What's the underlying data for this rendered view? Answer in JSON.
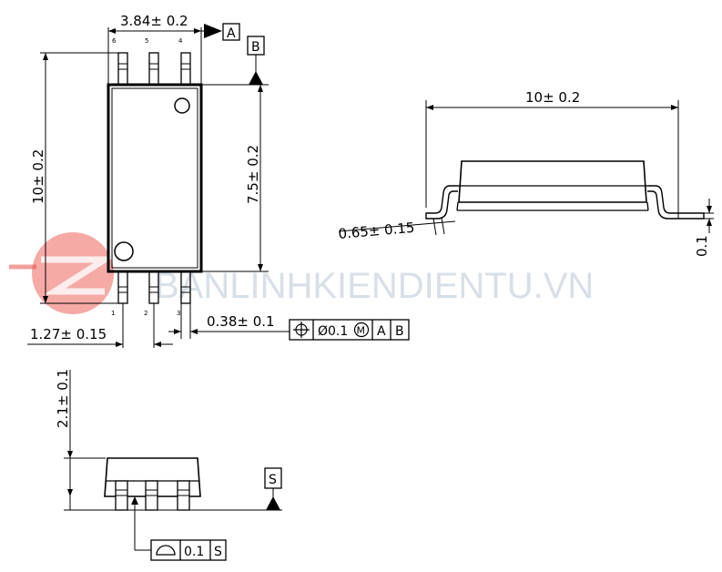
{
  "top_view": {
    "width_dim": "3.84± 0.2",
    "length_dim": "10± 0.2",
    "body_dim": "7.5± 0.2",
    "pitch_dim": "1.27± 0.15",
    "lead_width_dim": "0.38± 0.1",
    "datum_a": "A",
    "datum_b": "B",
    "pins_top": [
      "6",
      "5",
      "4"
    ],
    "pins_bottom": [
      "1",
      "2",
      "3"
    ],
    "position_tolerance": {
      "symbol": "⌖",
      "value": "Ø0.1",
      "modifier": "M",
      "ref1": "A",
      "ref2": "B"
    }
  },
  "side_view": {
    "overall_dim": "10± 0.2",
    "lead_thickness_dim": "0.65± 0.15",
    "standoff_dim": "0.1"
  },
  "end_view": {
    "height_dim": "2.1± 0.1",
    "datum_s": "S",
    "profile_tolerance": {
      "value": "0.1",
      "ref": "S"
    }
  },
  "watermark": {
    "text": "BANLINHKIENDIENTU.VN",
    "accent_color": "#e8423a",
    "text_color": "#b8c4d4"
  }
}
